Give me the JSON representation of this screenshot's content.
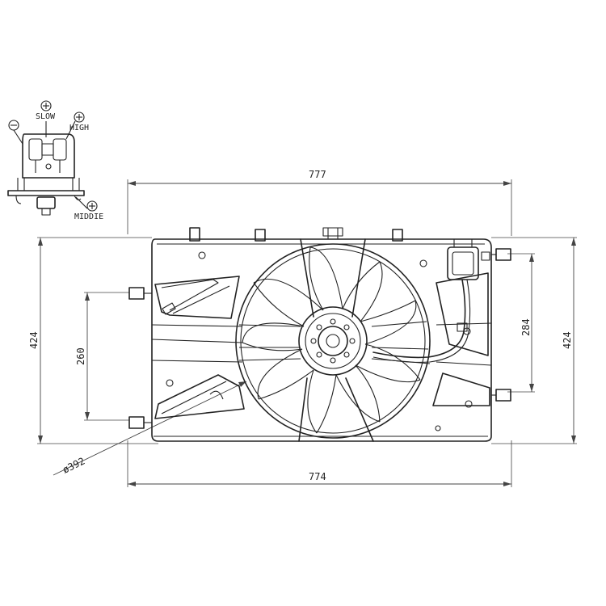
{
  "connector": {
    "labels": {
      "slow": "SLOW",
      "high": "HIGH",
      "middle": "MIDDIE"
    },
    "symbols": {
      "plus": "+",
      "minus": "−"
    }
  },
  "dimensions": {
    "top_width": "777",
    "bottom_width": "774",
    "left_height": "424",
    "right_height": "424",
    "inner_left_height": "260",
    "inner_right_height": "284",
    "fan_diameter": "ø392"
  }
}
